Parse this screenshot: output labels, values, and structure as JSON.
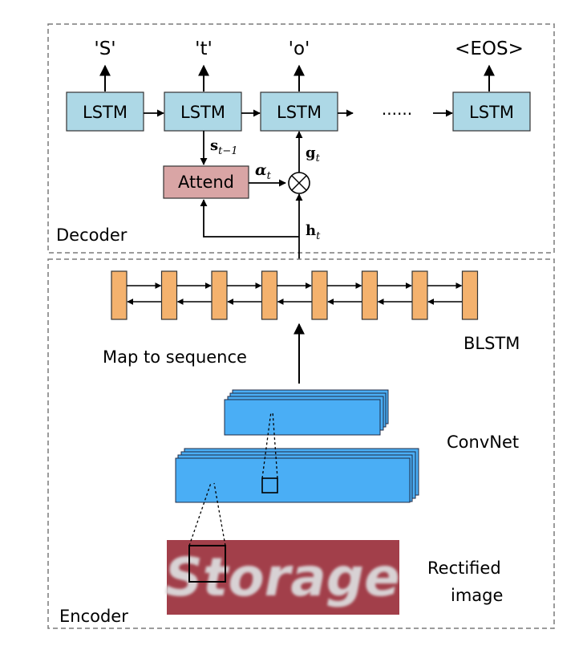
{
  "decoder": {
    "label": "Decoder",
    "outputs": [
      "'S'",
      "'t'",
      "'o'",
      "<EOS>"
    ],
    "lstm_label": "LSTM",
    "ellipsis": "......",
    "attend_label": "Attend",
    "state_sym": "s",
    "state_sub": "t−1",
    "alpha_sym": "α",
    "alpha_sub": "t",
    "glimpse_sym": "g",
    "glimpse_sub": "t",
    "hidden_sym": "h",
    "hidden_sub": "t",
    "otimes": "⊗"
  },
  "encoder": {
    "label": "Encoder",
    "blstm_label": "BLSTM",
    "map_label": "Map to sequence",
    "convnet_label": "ConvNet",
    "rectified_line1": "Rectified",
    "rectified_line2": "image",
    "image_text": "Storage",
    "blstm_cells": 8
  },
  "colors": {
    "lstm_fill": "#add8e6",
    "attend_fill": "#d9a5a5",
    "blstm_fill": "#f4b26e",
    "conv_fill": "#4aaef5",
    "image_bg": "#9c3a45",
    "frame": "#7a7a7a"
  }
}
